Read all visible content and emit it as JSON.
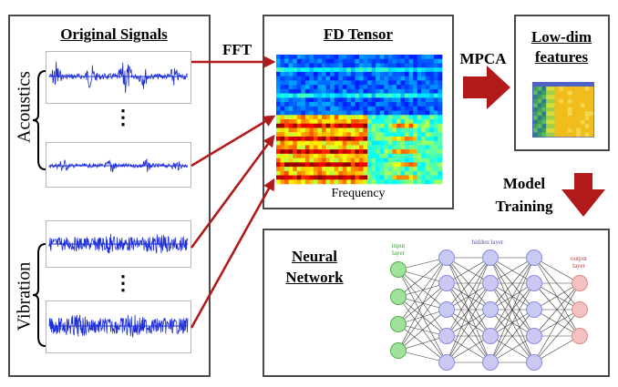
{
  "panels": {
    "original_signals": {
      "title": "Original Signals",
      "group_acoustics": "Acoustics",
      "group_vibration": "Vibration"
    },
    "fd_tensor": {
      "title": "FD Tensor",
      "axis_label": "Frequency"
    },
    "low_dim": {
      "title_line1": "Low-dim",
      "title_line2": "features"
    },
    "neural_network": {
      "title_line1": "Neural",
      "title_line2": "Network",
      "input_layer": "input layer",
      "hidden_layer": "hidden layer",
      "output_layer": "output layer"
    }
  },
  "arrows": {
    "fft": "FFT",
    "mpca": "MPCA",
    "model_training_line1": "Model",
    "model_training_line2": "Training"
  },
  "ellipsis": "⋮",
  "colors": {
    "arrow": "#b01a1a",
    "signal": "#1f2fd6",
    "input_node": "#9fe39a",
    "hidden_node": "#c9c9f5",
    "output_node": "#f5c0c0"
  }
}
